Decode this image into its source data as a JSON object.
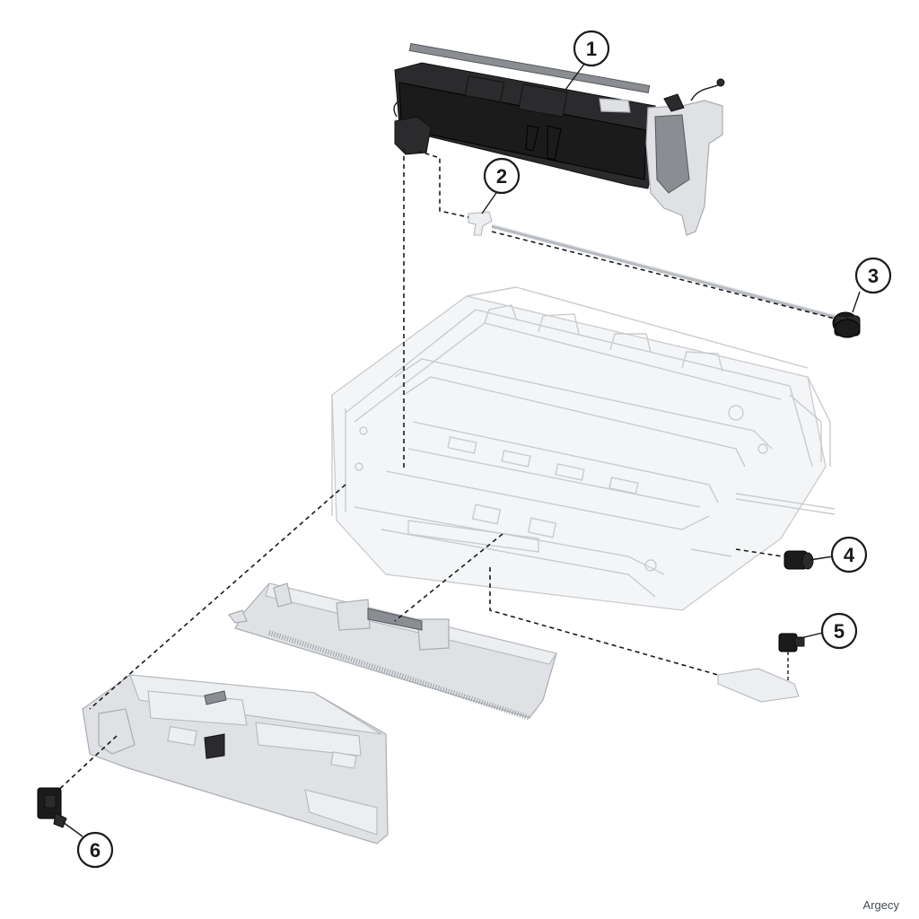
{
  "diagram": {
    "callouts": [
      "1",
      "2",
      "3",
      "4",
      "5",
      "6"
    ]
  },
  "watermark": "Argecy",
  "colors": {
    "line": "#1a1a1a",
    "ghost_frame": "#c9cbce",
    "metal": "#dfe1e4",
    "dark_part": "#2b2b2d"
  }
}
